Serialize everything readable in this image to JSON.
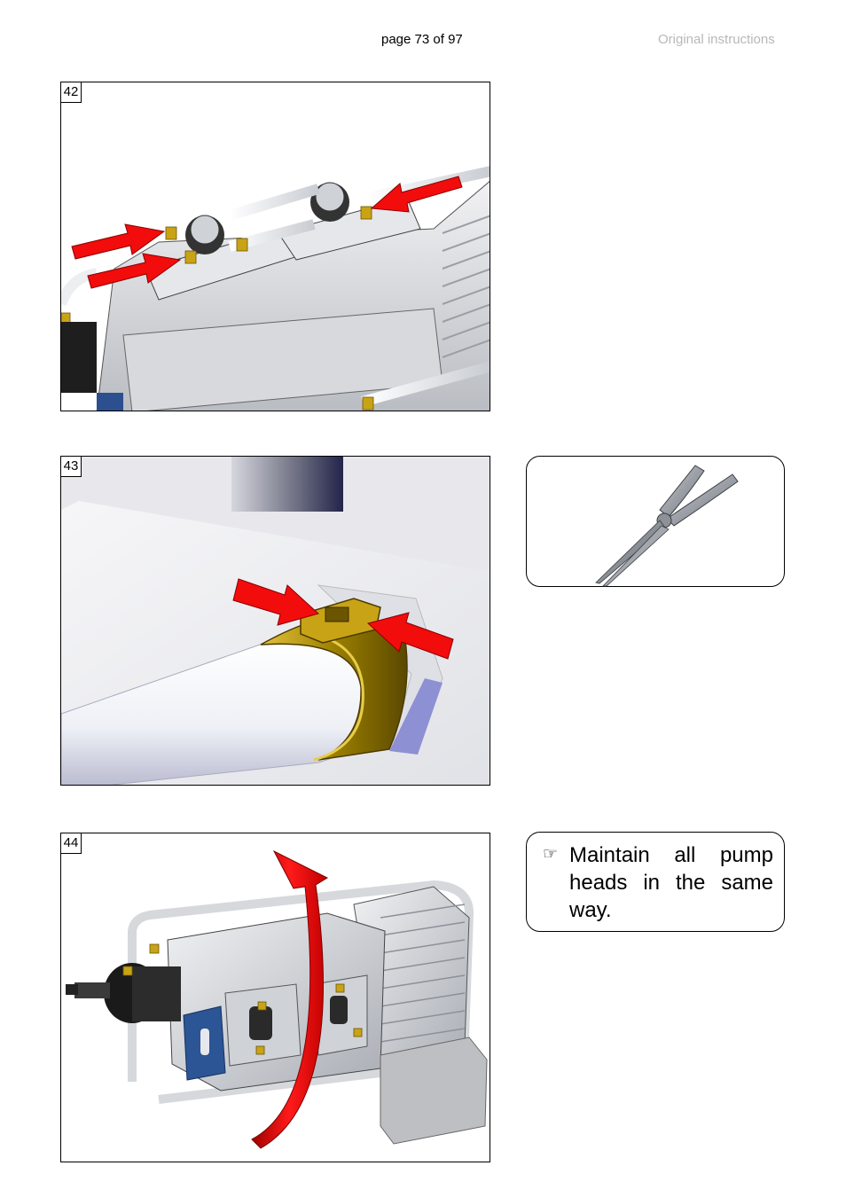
{
  "header": {
    "page_label": "page 73 of 97",
    "doc_label": "Original instructions"
  },
  "figures": [
    {
      "number": "42"
    },
    {
      "number": "43"
    },
    {
      "number": "44"
    }
  ],
  "note": {
    "icon": "pointing-hand-icon",
    "icon_glyph": "☞",
    "text": "Maintain all pump heads in the same way."
  },
  "colors": {
    "arrow_red": "#f20c0c",
    "brass": "#c9a316",
    "bracket_blue": "#2b5595"
  }
}
